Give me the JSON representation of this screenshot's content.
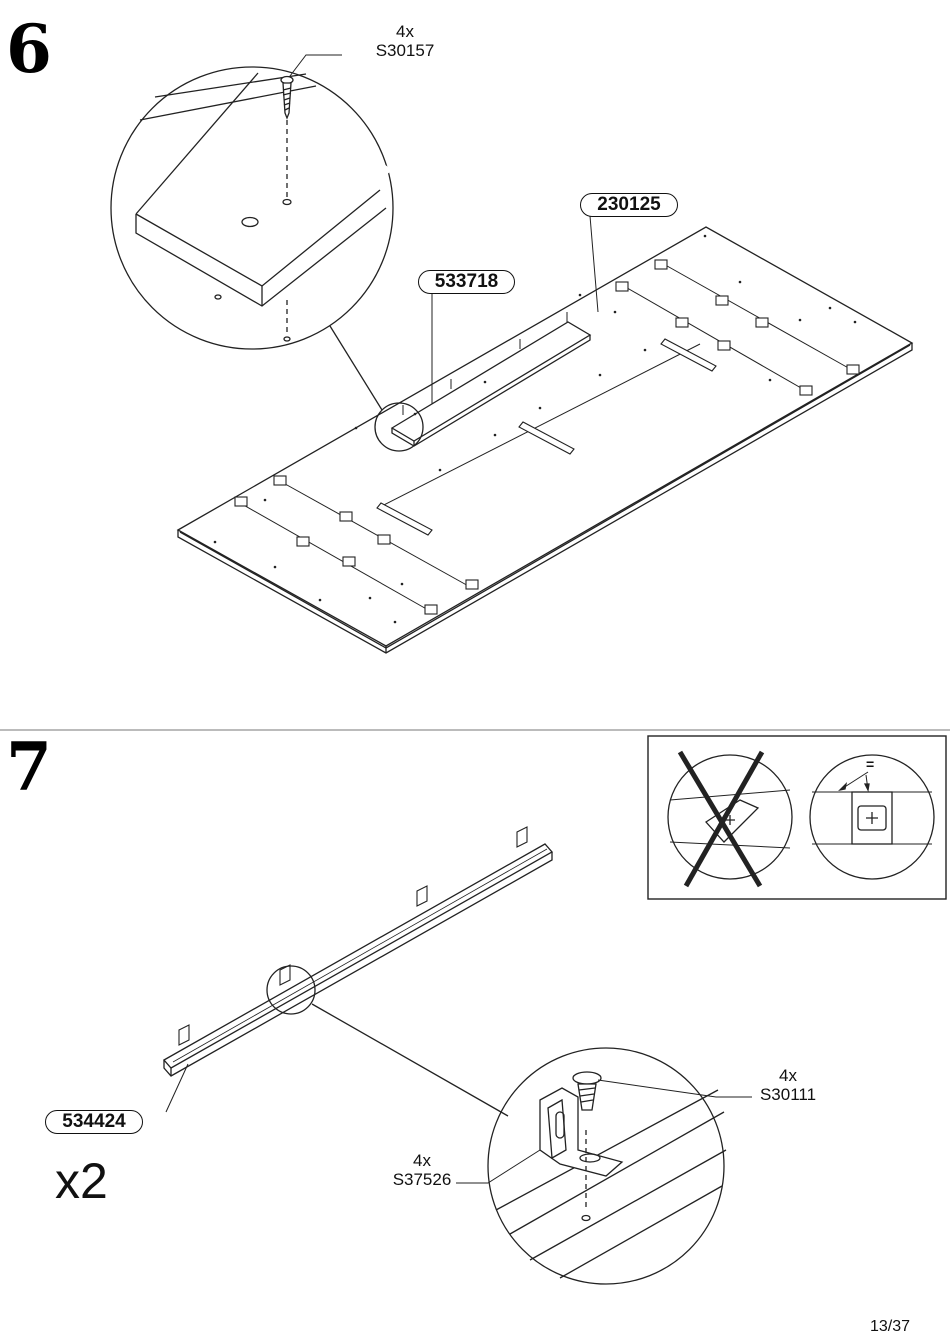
{
  "step6": {
    "number": "6",
    "screw": {
      "qty": "4x",
      "code": "S30157"
    },
    "parts": {
      "panel": "230125",
      "batten": "533718"
    }
  },
  "step7": {
    "number": "7",
    "screw": {
      "qty": "4x",
      "code": "S30111"
    },
    "bracket": {
      "qty": "4x",
      "code": "S37526"
    },
    "part": "534424",
    "multiplier": "x2",
    "equal_sign": "="
  },
  "page": {
    "number": "13/37"
  }
}
